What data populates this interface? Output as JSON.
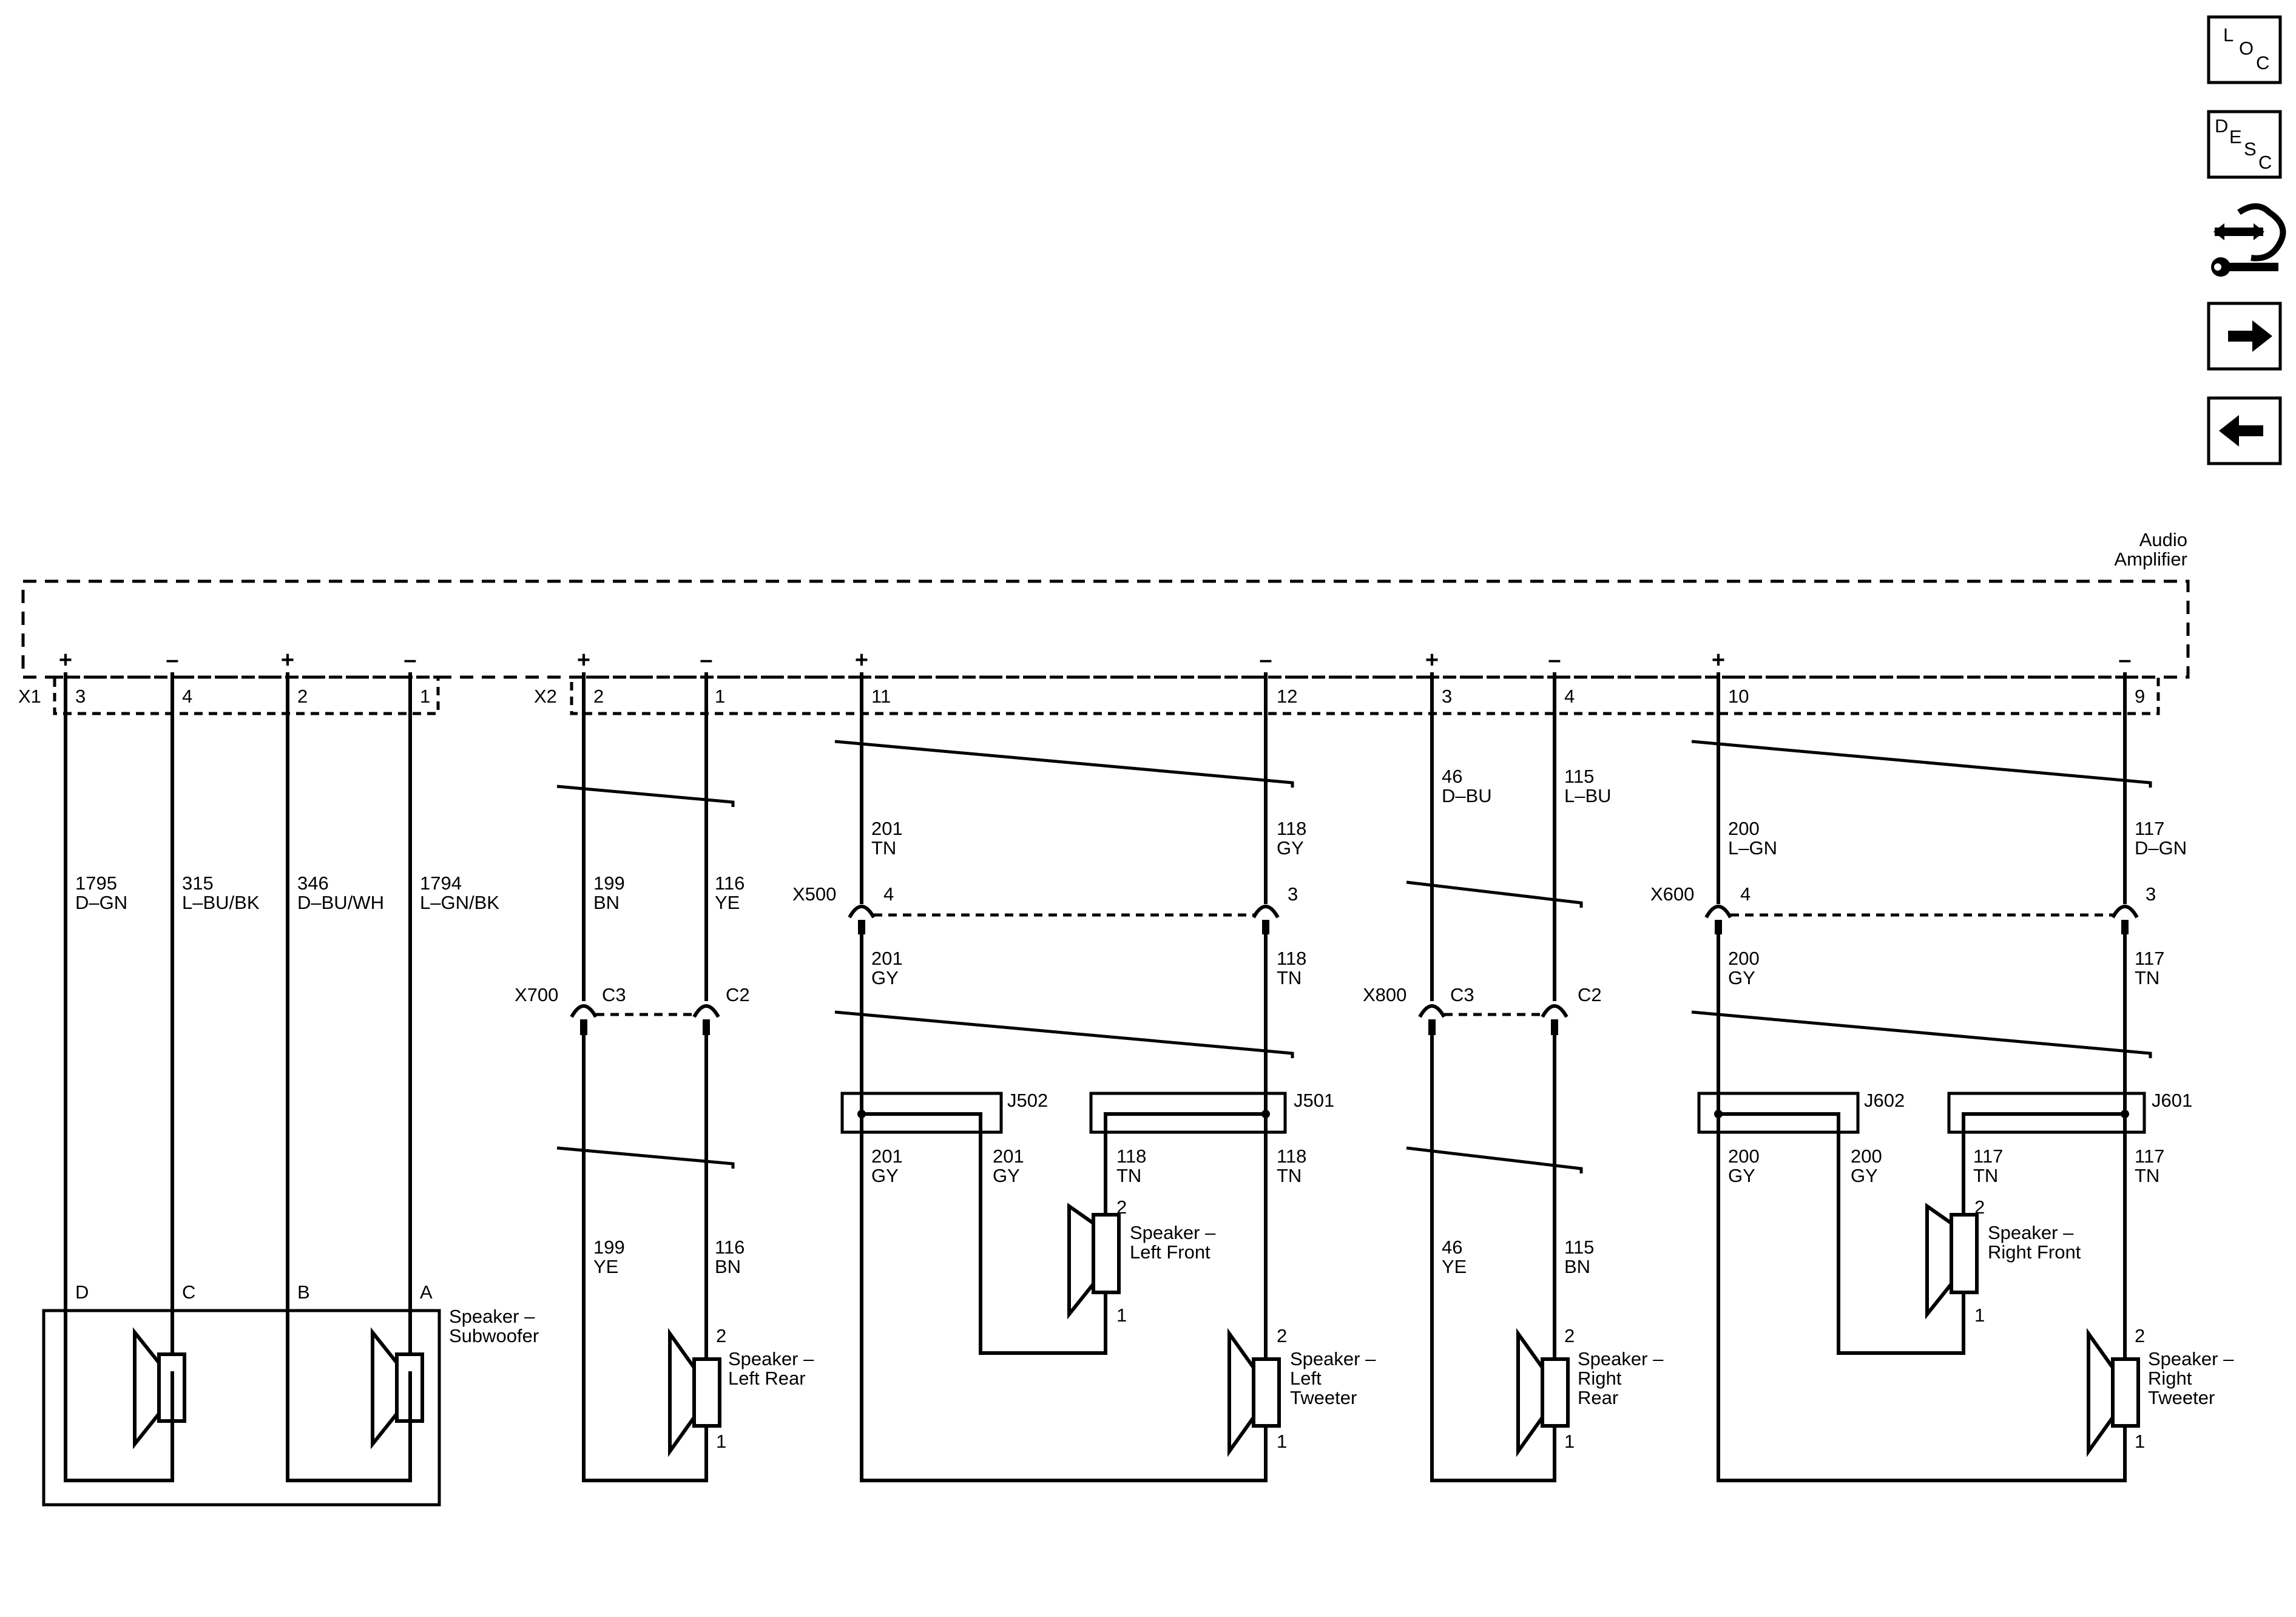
{
  "nav_buttons": {
    "loc": [
      "L",
      "O",
      "C"
    ],
    "desc": [
      "D",
      "E",
      "S",
      "C"
    ]
  },
  "module": {
    "name_line1": "Audio",
    "name_line2": "Amplifier",
    "x1": "X1",
    "x2": "X2"
  },
  "signs": {
    "plus": "+",
    "minus": "–"
  },
  "pins": {
    "p3": "3",
    "p4": "4",
    "p2": "2",
    "p1": "1",
    "p11": "11",
    "p12": "12",
    "p10": "10",
    "p9": "9",
    "pD": "D",
    "pC": "C",
    "pB": "B",
    "pA": "A"
  },
  "wires": {
    "w1795": {
      "circuit": "1795",
      "color": "D–GN"
    },
    "w315": {
      "circuit": "315",
      "color": "L–BU/BK"
    },
    "w346": {
      "circuit": "346",
      "color": "D–BU/WH"
    },
    "w1794": {
      "circuit": "1794",
      "color": "L–GN/BK"
    },
    "w199a": {
      "circuit": "199",
      "color": "BN"
    },
    "w116a": {
      "circuit": "116",
      "color": "YE"
    },
    "w199b": {
      "circuit": "199",
      "color": "YE"
    },
    "w116b": {
      "circuit": "116",
      "color": "BN"
    },
    "w201a": {
      "circuit": "201",
      "color": "TN"
    },
    "w118a": {
      "circuit": "118",
      "color": "GY"
    },
    "w201b": {
      "circuit": "201",
      "color": "GY"
    },
    "w118b": {
      "circuit": "118",
      "color": "TN"
    },
    "w201c": {
      "circuit": "201",
      "color": "GY"
    },
    "w201d": {
      "circuit": "201",
      "color": "GY"
    },
    "w118c": {
      "circuit": "118",
      "color": "TN"
    },
    "w118d": {
      "circuit": "118",
      "color": "TN"
    },
    "w46a": {
      "circuit": "46",
      "color": "D–BU"
    },
    "w115a": {
      "circuit": "115",
      "color": "L–BU"
    },
    "w46b": {
      "circuit": "46",
      "color": "YE"
    },
    "w115b": {
      "circuit": "115",
      "color": "BN"
    },
    "w200a": {
      "circuit": "200",
      "color": "L–GN"
    },
    "w117a": {
      "circuit": "117",
      "color": "D–GN"
    },
    "w200b": {
      "circuit": "200",
      "color": "GY"
    },
    "w117b": {
      "circuit": "117",
      "color": "TN"
    },
    "w200c": {
      "circuit": "200",
      "color": "GY"
    },
    "w200d": {
      "circuit": "200",
      "color": "GY"
    },
    "w117c": {
      "circuit": "117",
      "color": "TN"
    },
    "w117d": {
      "circuit": "117",
      "color": "TN"
    }
  },
  "connectors": {
    "x500": "X500",
    "x600": "X600",
    "x700": "X700",
    "x800": "X800",
    "c3": "C3",
    "c2": "C2"
  },
  "splices": {
    "j501": "J501",
    "j502": "J502",
    "j601": "J601",
    "j602": "J602"
  },
  "speakers": {
    "subwoofer": {
      "line1": "Speaker –",
      "line2": "Subwoofer"
    },
    "left_rear": {
      "line1": "Speaker –",
      "line2": "Left Rear"
    },
    "left_front": {
      "line1": "Speaker –",
      "line2": "Left Front"
    },
    "left_tweeter": {
      "line1": "Speaker –",
      "line2": "Left",
      "line3": "Tweeter"
    },
    "right_rear": {
      "line1": "Speaker –",
      "line2": "Right",
      "line3": "Rear"
    },
    "right_front": {
      "line1": "Speaker –",
      "line2": "Right Front"
    },
    "right_tweeter": {
      "line1": "Speaker –",
      "line2": "Right",
      "line3": "Tweeter"
    }
  }
}
